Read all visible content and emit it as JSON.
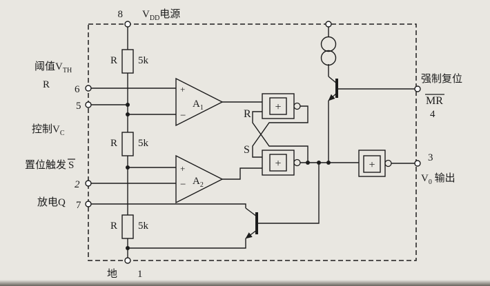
{
  "colors": {
    "background": "#e9e7e1",
    "ink": "#1c1c1c"
  },
  "pins": {
    "p8": {
      "num": "8",
      "v": "V",
      "sub": "DD",
      "rest": "电源"
    },
    "p6": {
      "pre": "阈值",
      "v": "V",
      "sub": "TH",
      "line2": "R",
      "num": "6"
    },
    "p5": {
      "num": "5",
      "pre": "控制",
      "v": "V",
      "sub": "C"
    },
    "p2": {
      "pre": "置位触发",
      "over": "S",
      "num": "2"
    },
    "p7": {
      "label": "放电Q",
      "num": "7"
    },
    "p1": {
      "label": "地",
      "num": "1"
    },
    "p4": {
      "line1": "强制复位",
      "over": "MR",
      "num": "4"
    },
    "p3": {
      "num": "3",
      "v": "V",
      "sub": "0",
      "rest": " 输出"
    }
  },
  "resistors": {
    "r1": {
      "name": "R",
      "value": "5k"
    },
    "r2": {
      "name": "R",
      "value": "5k"
    },
    "r3": {
      "name": "R",
      "value": "5k"
    }
  },
  "comparators": {
    "a1": {
      "plus": "+",
      "minus": "−",
      "name": "A",
      "sub": "1"
    },
    "a2": {
      "plus": "+",
      "minus": "−",
      "name": "A",
      "sub": "2"
    }
  },
  "latch": {
    "r_label": "R",
    "s_label": "S",
    "gate_symbol": "+"
  },
  "output_gate": {
    "symbol": "+"
  }
}
